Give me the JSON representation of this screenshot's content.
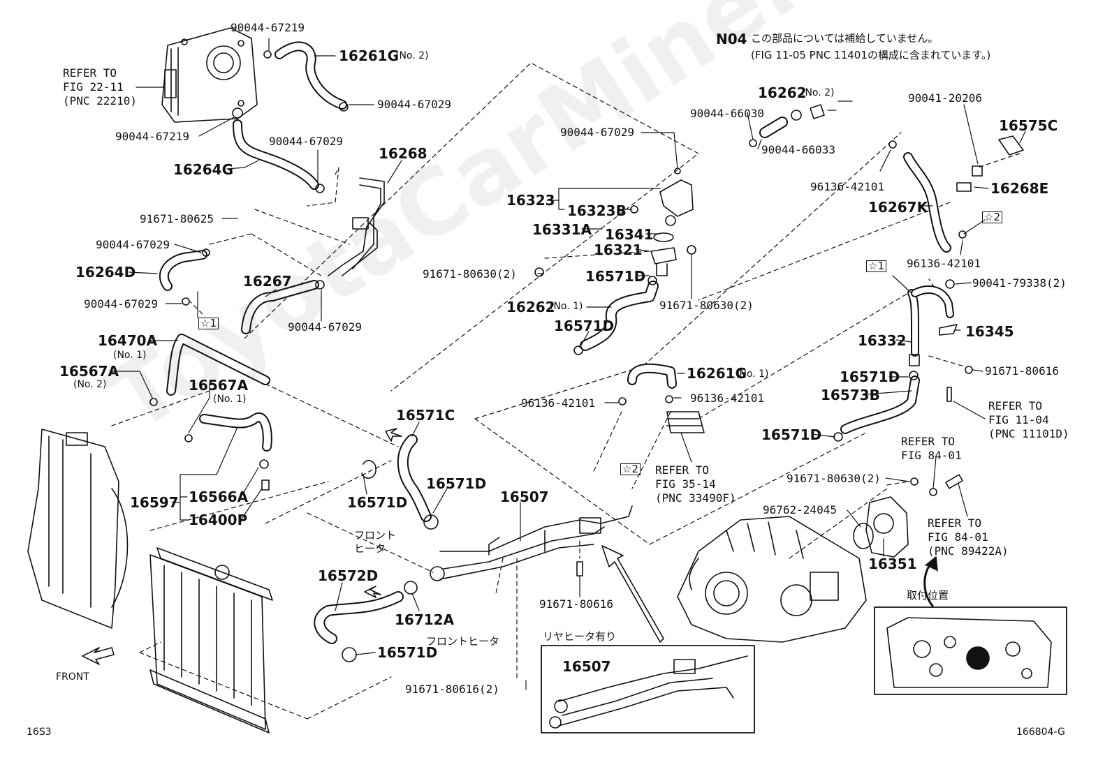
{
  "watermark": "ToyotaCarMine.ru",
  "note": {
    "code": "N04",
    "line1": "この部品については補給していません。",
    "line2": "(FIG 11-05 PNC 11401の構成に含まれています。)"
  },
  "refer_throttle": "REFER TO\nFIG 22-11\n(PNC 22210)",
  "refer_1104": "REFER TO\nFIG 11-04\n(PNC 11101D)",
  "refer_3514": "REFER TO\nFIG 35-14\n(PNC 33490F)",
  "refer_8401_a": "REFER TO\nFIG 84-01",
  "refer_8401_b": "REFER TO\nFIG 84-01\n(PNC 89422A)",
  "front_heater_1": "フロント\nヒータ",
  "front_heater_2": "フロントヒータ",
  "rear_heater": "リヤヒータ有り",
  "mount_position": "取付位置",
  "front": "FRONT",
  "code_left": "16S3",
  "code_right": "166804-G",
  "labels": {
    "p90044_67219_top": "90044-67219",
    "p16261G_no2": "16261G",
    "no2_a": "(No. 2)",
    "p90044_67029_a": "90044-67029",
    "p90044_67219_b": "90044-67219",
    "p90044_67029_b": "90044-67029",
    "p16264G": "16264G",
    "p16268": "16268",
    "p91671_80625": "91671-80625",
    "p90044_67029_c": "90044-67029",
    "p16264D": "16264D",
    "p90044_67029_d": "90044-67029",
    "star1_a": "☆1",
    "p16267": "16267",
    "p90044_67029_e": "90044-67029",
    "p16470A": "16470A",
    "no1_a": "(No. 1)",
    "p16567A_no2": "16567A",
    "no2_b": "(No. 2)",
    "p16567A": "16567A",
    "no1_b": "(No. 1)",
    "p16597": "16597",
    "p16566A": "16566A",
    "p16400P": "16400P",
    "p16571C": "16571C",
    "p16571D_a": "16571D",
    "p16571D_b": "16571D",
    "p16507": "16507",
    "p16572D": "16572D",
    "p16712A": "16712A",
    "p16571D_c": "16571D",
    "p91671_80616_a": "91671-80616",
    "p91671_80616_2": "91671-80616(2)",
    "p16507_rear": "16507",
    "p90044_67029_f": "90044-67029",
    "p16323": "16323",
    "p16323B": "16323B",
    "p16331A": "16331A",
    "p16341": "16341",
    "p16321": "16321",
    "p91671_80630_a": "91671-80630(2)",
    "p16571D_d": "16571D",
    "p91671_80630_b": "91671-80630(2)",
    "p16262_no1": "16262",
    "no1_c": "(No. 1)",
    "p16571D_e": "16571D",
    "p16262_no2": "16262",
    "no2_c": "(No. 2)",
    "p90044_66030": "90044-66030",
    "p90044_66033": "90044-66033",
    "p16261G_no1": "16261G",
    "no1_d": "(No. 1)",
    "p96136_42101_a": "96136-42101",
    "p96136_42101_b": "96136-42101",
    "star2_a": "☆2",
    "p90041_20206": "90041-20206",
    "p16575C": "16575C",
    "p96136_42101_c": "96136-42101",
    "p16268E": "16268E",
    "p16267K": "16267K",
    "star2_b": "☆2",
    "p96136_42101_d": "96136-42101",
    "star1_b": "☆1",
    "p90041_79338": "90041-79338(2)",
    "p16345": "16345",
    "p16332": "16332",
    "p16571D_f": "16571D",
    "p91671_80616_b": "91671-80616",
    "p16573B": "16573B",
    "p16571D_g": "16571D",
    "p91671_80630_c": "91671-80630(2)",
    "p96762_24045": "96762-24045",
    "p16351": "16351"
  }
}
